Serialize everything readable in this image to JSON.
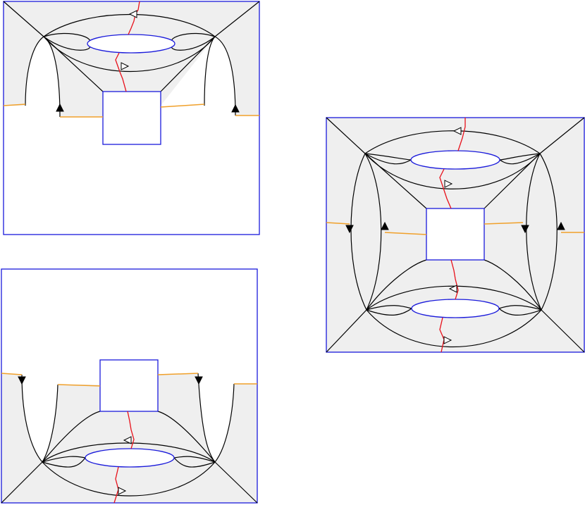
{
  "colors": {
    "background": "#ffffff",
    "region_fill": "#efefef",
    "frame": "#1a1adb",
    "curve": "#000000",
    "red_cut": "#e8101a",
    "orange_cut": "#f0a02a"
  },
  "panels": [
    {
      "id": "top-left",
      "kind": "upper-half"
    },
    {
      "id": "bottom-left",
      "kind": "lower-half"
    },
    {
      "id": "right",
      "kind": "full-square"
    }
  ],
  "markers": {
    "open_arrow": "open-triangle-arrow",
    "filled_arrow": "filled-triangle-arrow"
  }
}
